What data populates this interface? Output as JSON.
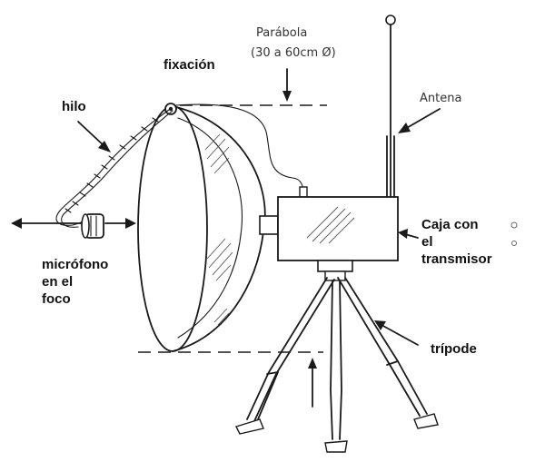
{
  "labels": {
    "parabola_title": "Parábola",
    "parabola_size": "(30 a 60cm Ø)",
    "fixacion": "fixación",
    "hilo": "hilo",
    "antena": "Antena",
    "microfono_line1": "micrófono",
    "microfono_line2": "en el",
    "microfono_line3": "foco",
    "caja_line1": "Caja con",
    "caja_line2": "el",
    "caja_line3": "transmisor",
    "tripode": "trípode"
  },
  "colors": {
    "ink": "#1a1a1a",
    "background": "#ffffff"
  }
}
